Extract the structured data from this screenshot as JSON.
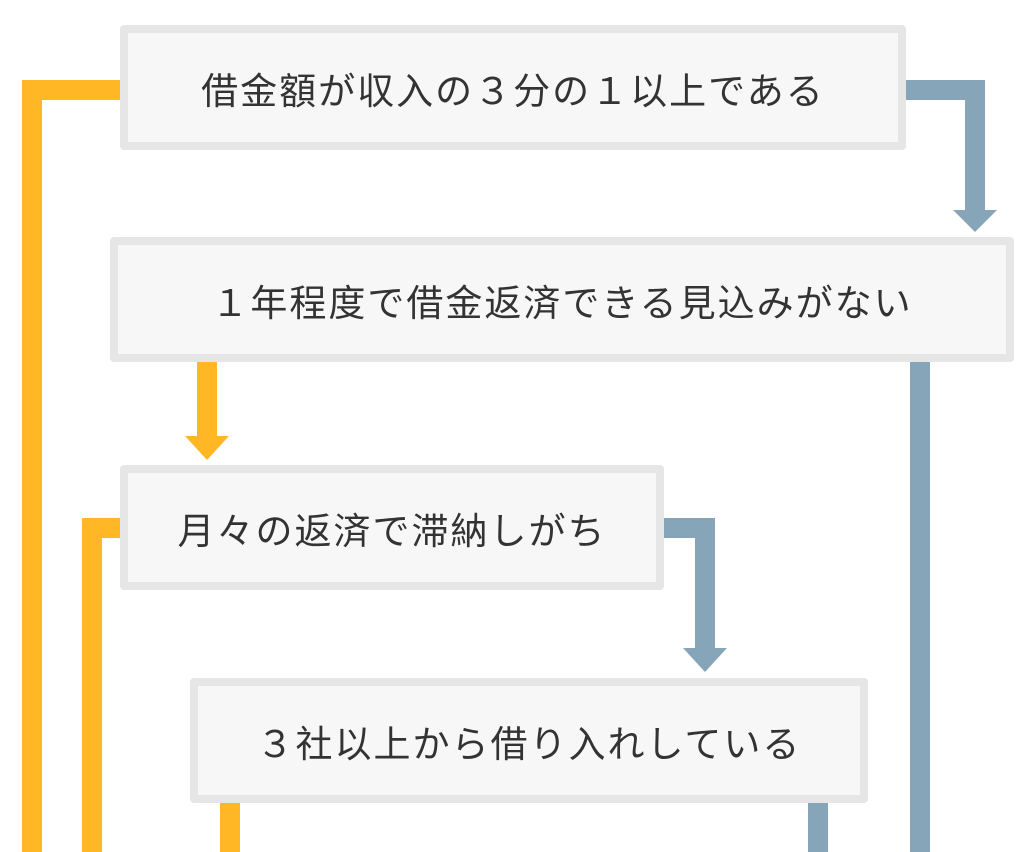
{
  "colors": {
    "yes": "#FFB726",
    "no": "#87A5B8",
    "box_bg": "#f7f7f7",
    "box_border": "#e6e6e6"
  },
  "nodes": [
    {
      "label": "借金額が収入の３分の１以上である"
    },
    {
      "label": "１年程度で借金返済できる見込みがない"
    },
    {
      "label": "月々の返済で滞納しがち"
    },
    {
      "label": "３社以上から借り入れしている"
    }
  ]
}
